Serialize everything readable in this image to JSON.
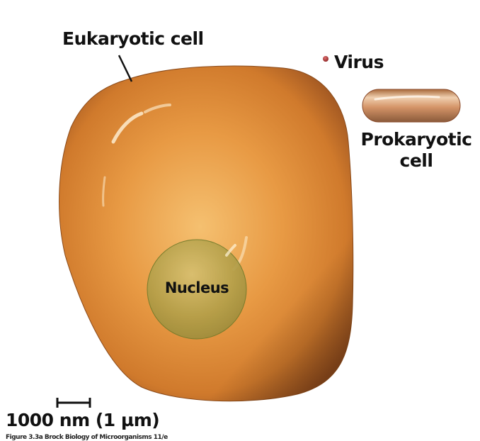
{
  "figure": {
    "labels": {
      "eukaryotic_cell": "Eukaryotic cell",
      "virus": "Virus",
      "prokaryotic_line1": "Prokaryotic",
      "prokaryotic_line2": "cell",
      "nucleus": "Nucleus"
    },
    "scale_bar": {
      "label": "1000 nm (1 µm)"
    },
    "caption": "Figure 3.3a Brock Biology of Microorganisms 11/e",
    "colors": {
      "eukaryotic_cell": "#e08a35",
      "eukaryotic_cell_edge": "#8a4a1a",
      "nucleus": "#b6a24a",
      "nucleus_edge": "#6f7a2a",
      "prokaryotic_cell": "#c9875a",
      "virus": "#b03a3a"
    }
  }
}
